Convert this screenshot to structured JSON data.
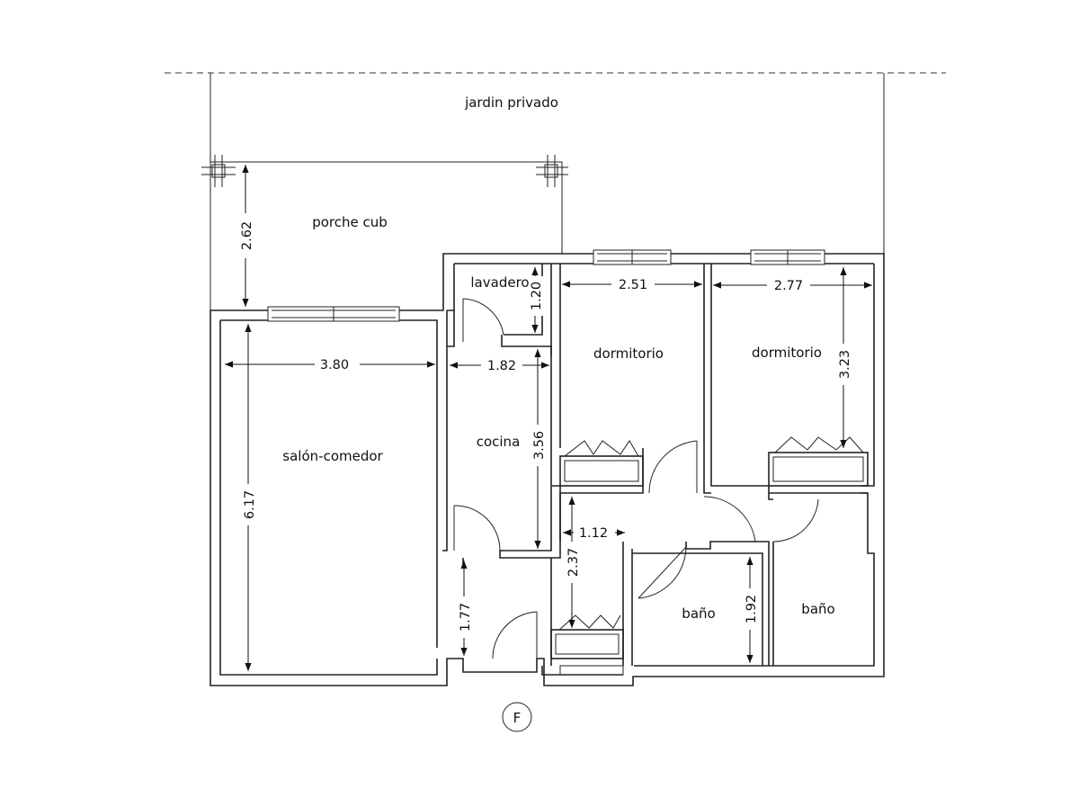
{
  "rooms": {
    "garden": "jardin privado",
    "porch": "porche cub",
    "laundry": "lavadero",
    "living": "salón-comedor",
    "kitchen": "cocina",
    "bedroom_1": "dormitorio",
    "bedroom_2": "dormitorio",
    "bath_1": "baño",
    "bath_2": "baño"
  },
  "dimensions": {
    "porch_depth": "2.62",
    "laundry_depth": "1.20",
    "living_width": "3.80",
    "kitchen_width": "1.82",
    "bedroom_1_width": "2.51",
    "bedroom_2_width": "2.77",
    "bedroom_2_depth": "3.23",
    "kitchen_depth": "3.56",
    "living_depth": "6.17",
    "hall_width": "1.12",
    "hall_depth": "2.37",
    "entry_depth": "1.77",
    "bath_depth": "1.92"
  },
  "unit_label": "F"
}
